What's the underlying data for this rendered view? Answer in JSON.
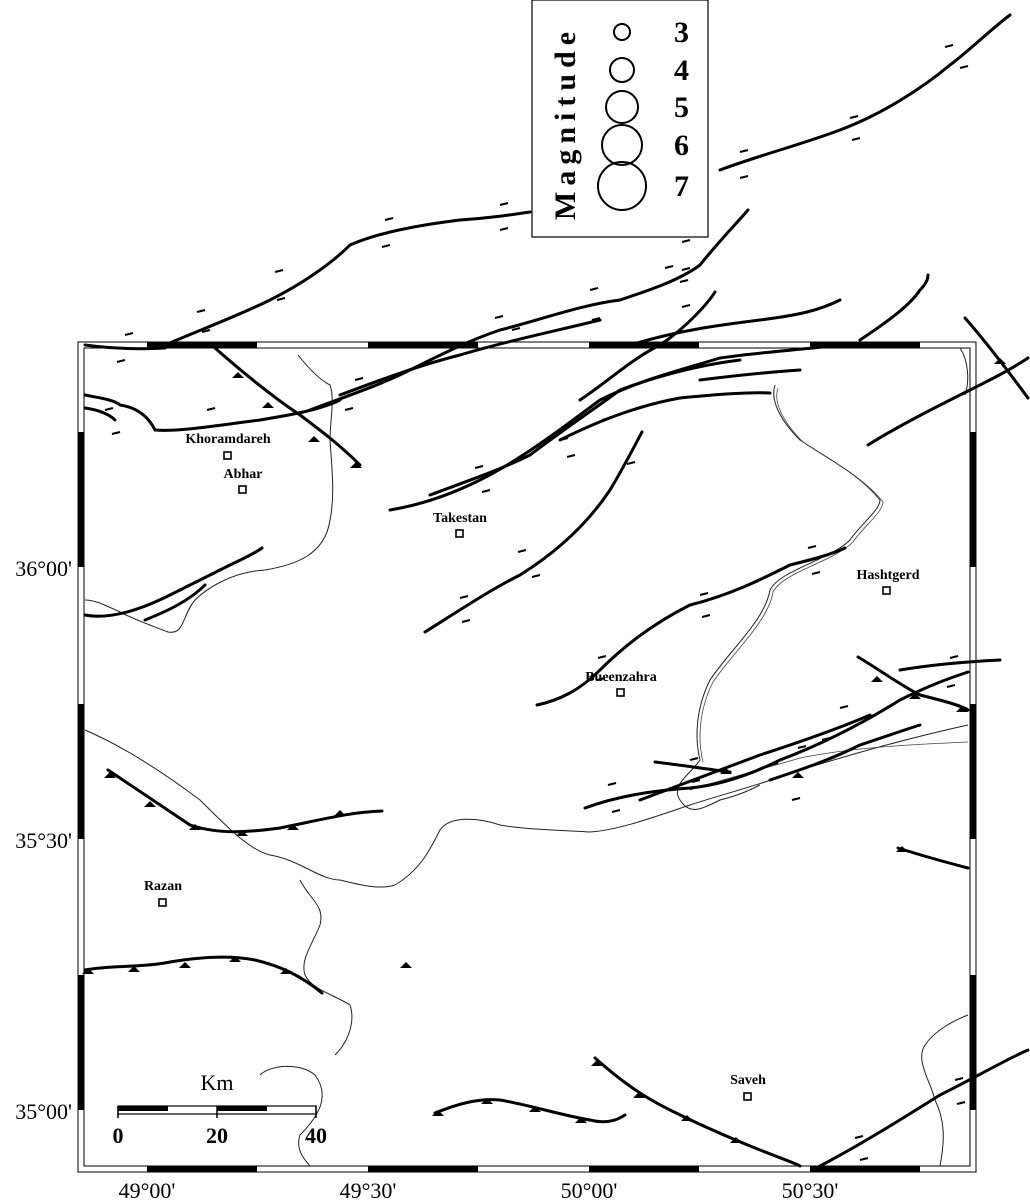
{
  "map": {
    "cities": [
      {
        "name": "Khoramdareh"
      },
      {
        "name": "Abhar"
      },
      {
        "name": "Takestan"
      },
      {
        "name": "Hashtgerd"
      },
      {
        "name": "Bueenzahra"
      },
      {
        "name": "Razan"
      },
      {
        "name": "Saveh"
      }
    ],
    "longitude_labels": [
      "49°00'",
      "49°30'",
      "50°00'",
      "50°30'"
    ],
    "latitude_labels": [
      "36°00'",
      "35°30'",
      "35°00'"
    ],
    "legend": {
      "title": "Magnitude",
      "items": [
        {
          "value": "3"
        },
        {
          "value": "4"
        },
        {
          "value": "5"
        },
        {
          "value": "6"
        },
        {
          "value": "7"
        }
      ]
    },
    "scale_bar": {
      "unit": "Km",
      "ticks": [
        "0",
        "20",
        "40"
      ]
    },
    "colors": {
      "fault": "#000000",
      "boundary": "#222222",
      "background": "#ffffff"
    }
  }
}
